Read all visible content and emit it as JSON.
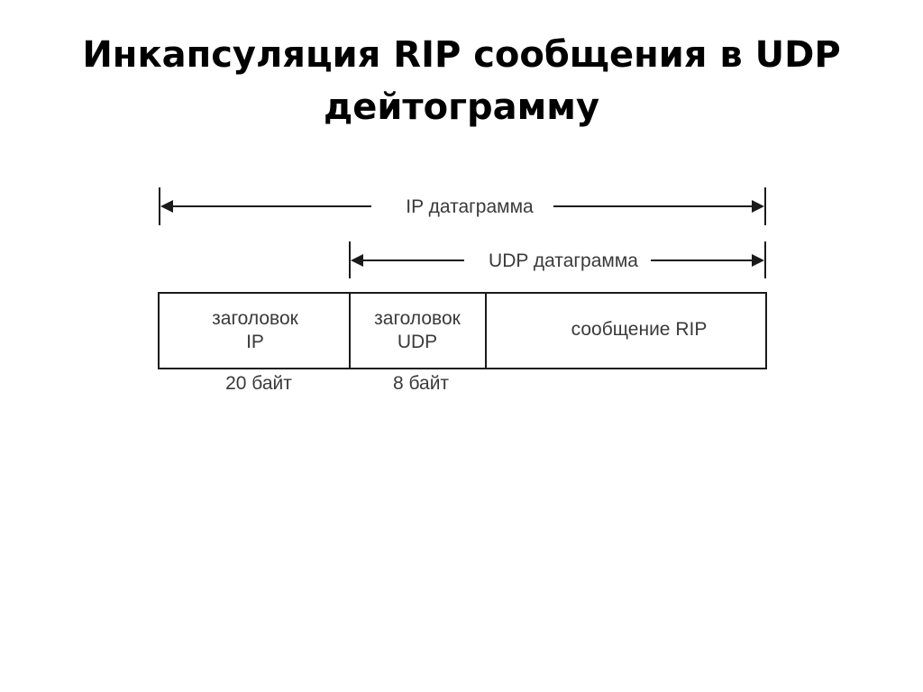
{
  "slide": {
    "title_line1": "Инкапсуляция RIP сообщения в UDP",
    "title_line2": "дейтограмму"
  },
  "diagram": {
    "ip_span_label": "IP датаграмма",
    "udp_span_label": "UDP датаграмма",
    "segments": [
      {
        "line1": "заголовок",
        "line2": "IP",
        "size": "20 байт"
      },
      {
        "line1": "заголовок",
        "line2": "UDP",
        "size": "8 байт"
      },
      {
        "line1": "сообщение RIP",
        "line2": "",
        "size": ""
      }
    ]
  },
  "colors": {
    "line": "#1a1a1a",
    "text": "#3a3a3a",
    "title": "#000000"
  }
}
